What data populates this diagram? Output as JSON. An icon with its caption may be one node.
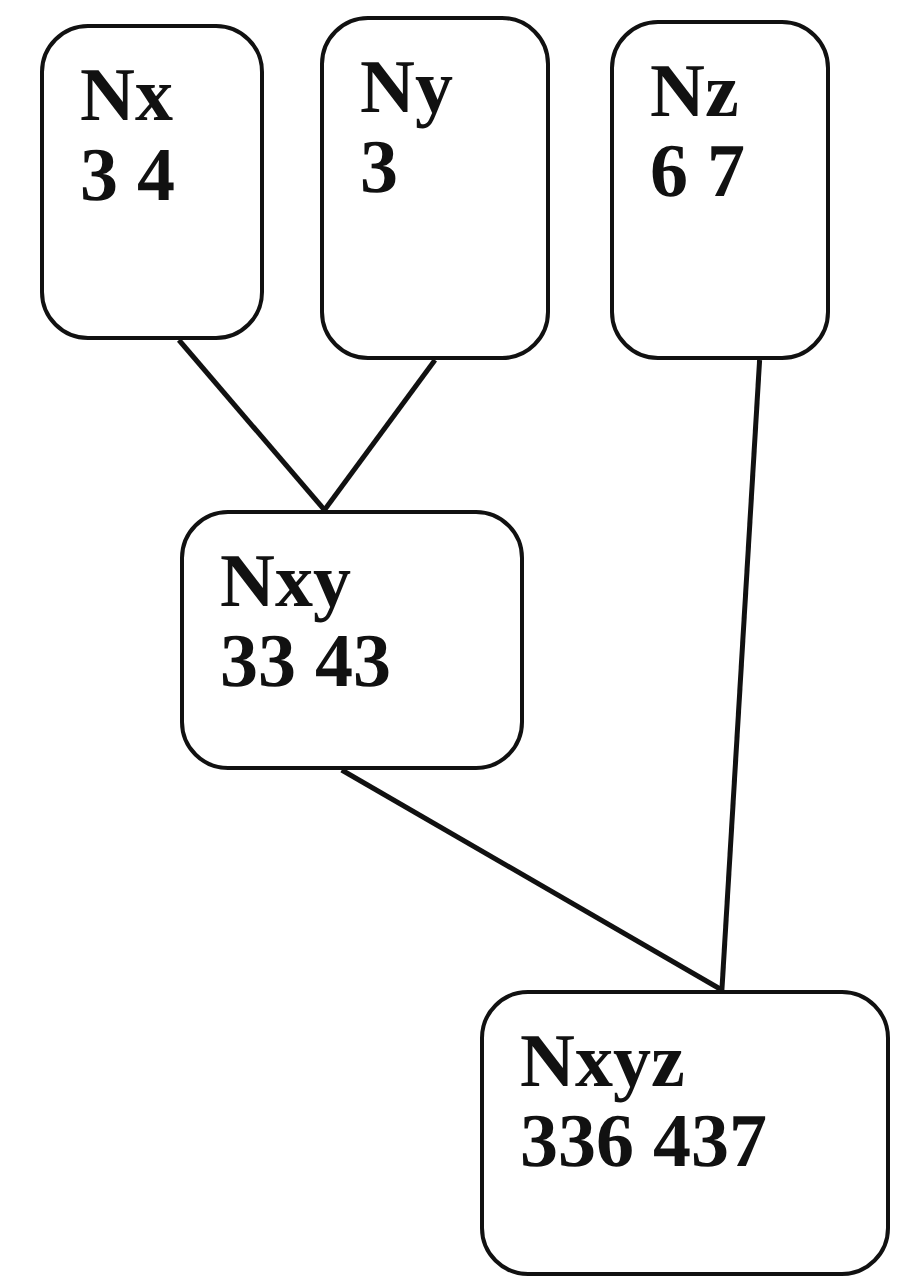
{
  "diagram": {
    "nodes": [
      {
        "text": [
          "Nx",
          "3 4"
        ]
      },
      {
        "text": [
          "Ny",
          "3"
        ]
      },
      {
        "text": [
          "Nz",
          "6 7"
        ]
      },
      {
        "text": [
          "Nxy",
          "33 43"
        ]
      },
      {
        "text": [
          "Nxyz",
          "336 437"
        ]
      }
    ],
    "edges": [
      {
        "from": 0,
        "to": 3,
        "arrow": "none"
      },
      {
        "from": 1,
        "to": 3,
        "arrow": "none"
      },
      {
        "from": 3,
        "to": 4,
        "arrow": "none"
      },
      {
        "from": 2,
        "to": 4,
        "arrow": "none"
      }
    ]
  }
}
